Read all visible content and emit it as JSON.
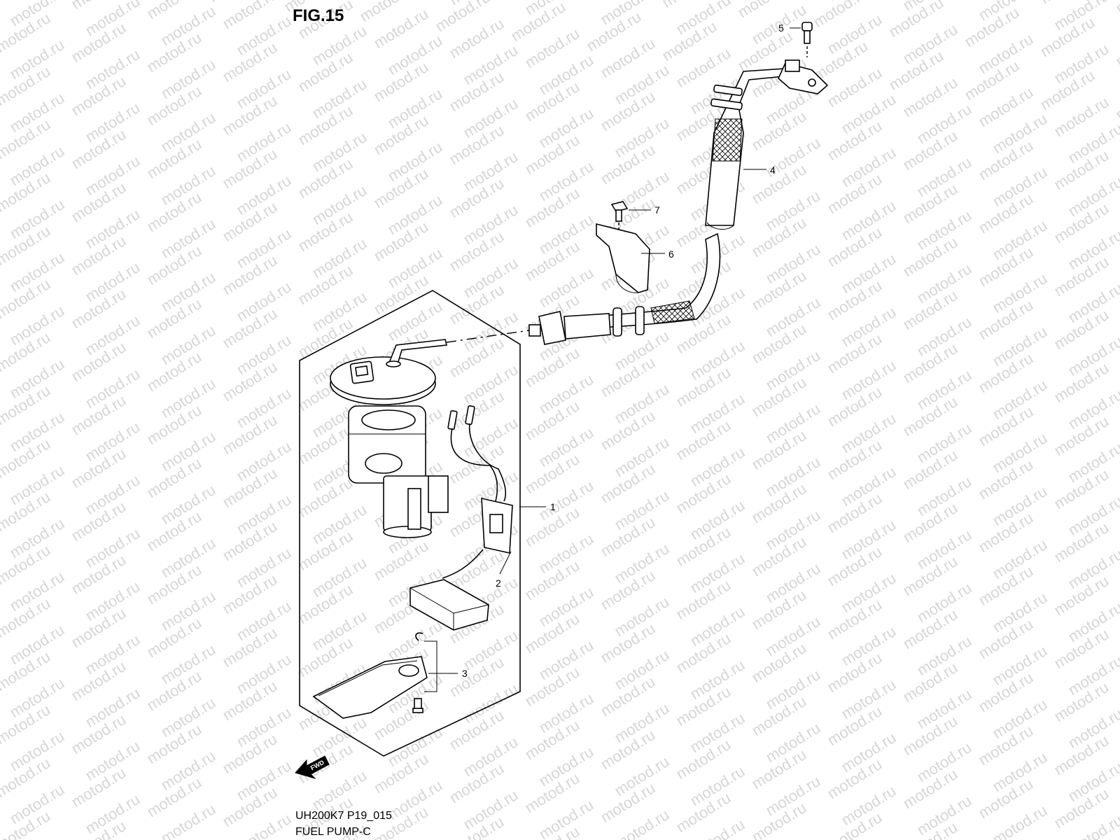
{
  "figure": {
    "title": "FIG.15",
    "code": "UH200K7 P19_015",
    "name": "FUEL PUMP-C"
  },
  "watermark": "motod.ru",
  "orientation_label": "FWD",
  "callouts": [
    "1",
    "2",
    "3",
    "4",
    "5",
    "6",
    "7"
  ]
}
